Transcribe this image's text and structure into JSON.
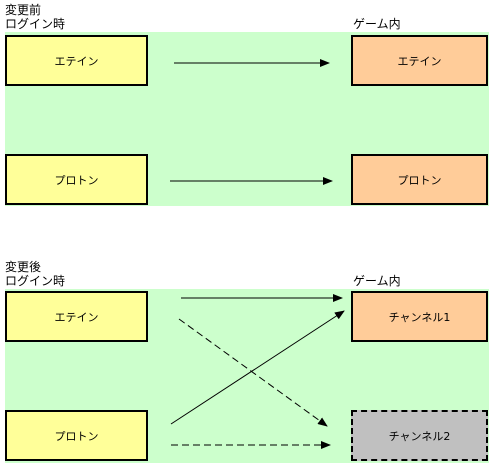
{
  "before": {
    "title": "変更前",
    "login_header": "ログイン時",
    "game_header": "ゲーム内",
    "login_boxes": [
      "エテイン",
      "プロトン"
    ],
    "game_boxes": [
      "エテイン",
      "プロトン"
    ]
  },
  "after": {
    "title": "変更後",
    "login_header": "ログイン時",
    "game_header": "ゲーム内",
    "login_boxes": [
      "エテイン",
      "プロトン"
    ],
    "game_boxes": [
      "チャンネル1",
      "チャンネル2"
    ]
  },
  "colors": {
    "panel": "#ccffcc",
    "login_box": "#ffff99",
    "game_box": "#ffcc99",
    "inactive_box": "#c0c0c0"
  }
}
